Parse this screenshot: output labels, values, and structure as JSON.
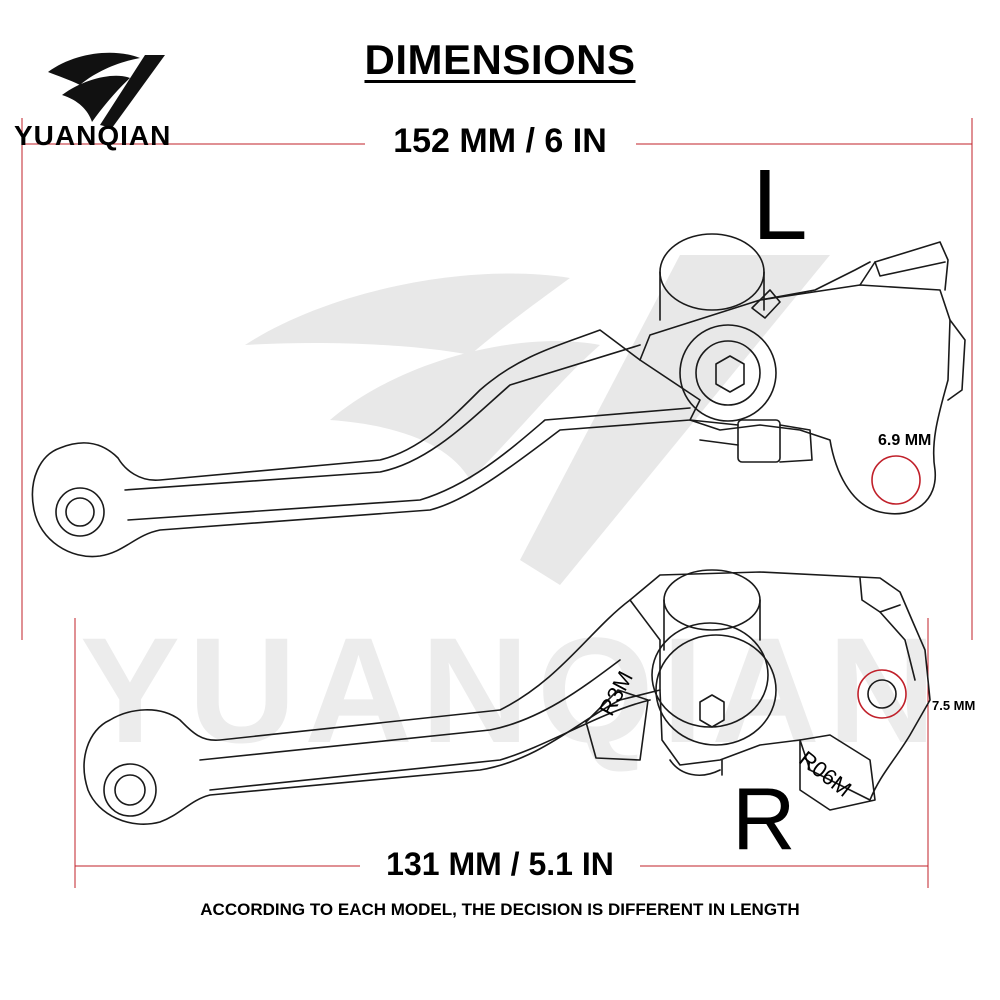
{
  "header": {
    "title": "DIMENSIONS"
  },
  "brand": {
    "name": "YUANQIAN",
    "watermark": "YUANQIAN"
  },
  "dimensions": {
    "overall_left": "152 MM / 6 IN",
    "overall_right": "131 MM / 5.1 IN",
    "hole_left": "6.9 MM",
    "hole_right": "7.5 MM"
  },
  "levers": {
    "left_label": "L",
    "right_label": "R",
    "right_stamp_1": "R3M",
    "right_stamp_2": "R06M"
  },
  "note": "ACCORDING TO EACH MODEL, THE DECISION IS DIFFERENT IN LENGTH",
  "colors": {
    "dimension_line": "#c0202a",
    "outline": "#1a1a1a",
    "watermark": "#e6e6e6"
  }
}
